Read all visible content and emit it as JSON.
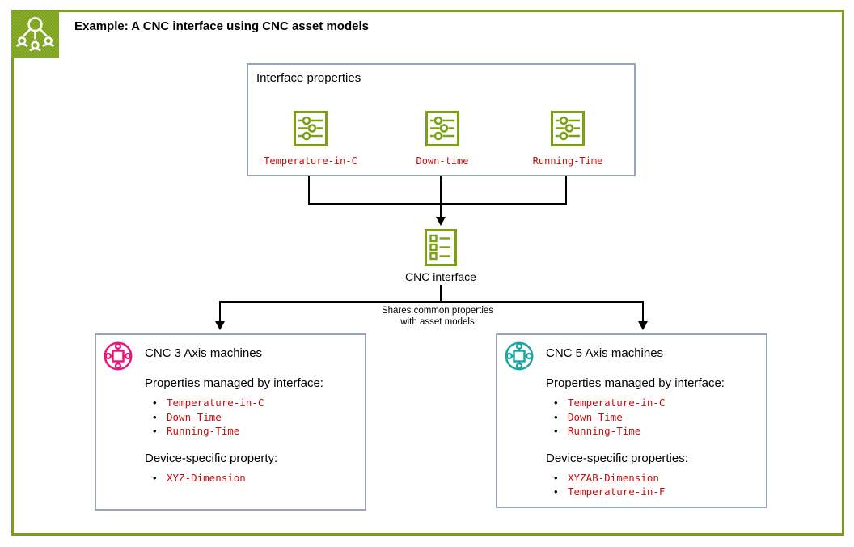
{
  "header": {
    "title": "Example: A CNC interface using CNC asset models",
    "icon": "asset-model-hierarchy-icon"
  },
  "colors": {
    "green": "#7AA116",
    "box_border": "#97A5BF",
    "property_red": "#C50D0D",
    "pink_model": "#E7157B",
    "teal_model": "#17A8A0",
    "arrow_black": "#000000"
  },
  "interface_properties_box": {
    "title": "Interface properties",
    "properties": [
      {
        "label": "Temperature-in-C",
        "icon": "property-sliders-icon"
      },
      {
        "label": "Down-time",
        "icon": "property-sliders-icon"
      },
      {
        "label": "Running-Time",
        "icon": "property-sliders-icon"
      }
    ]
  },
  "cnc_interface": {
    "label": "CNC interface",
    "icon": "interface-list-icon"
  },
  "arrow_annotation": {
    "line1": "Shares common properties",
    "line2": "with asset models"
  },
  "asset_models": [
    {
      "title": "CNC 3 Axis machines",
      "icon": "machine-node-icon",
      "icon_color": "#E7157B",
      "managed_heading": "Properties managed by interface:",
      "managed_properties": [
        "Temperature-in-C",
        "Down-Time",
        "Running-Time"
      ],
      "specific_heading": "Device-specific property:",
      "specific_properties": [
        "XYZ-Dimension"
      ]
    },
    {
      "title": "CNC 5 Axis machines",
      "icon": "machine-node-icon",
      "icon_color": "#17A8A0",
      "managed_heading": "Properties managed by interface:",
      "managed_properties": [
        "Temperature-in-C",
        "Down-Time",
        "Running-Time"
      ],
      "specific_heading": "Device-specific properties:",
      "specific_properties": [
        "XYZAB-Dimension",
        "Temperature-in-F"
      ]
    }
  ]
}
